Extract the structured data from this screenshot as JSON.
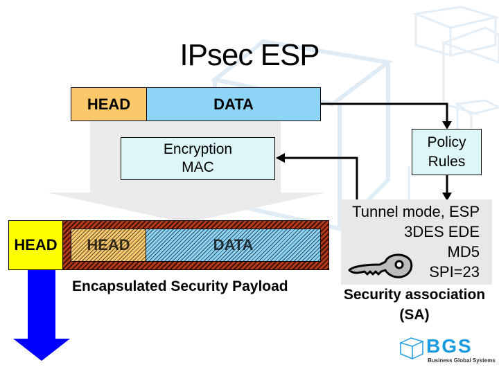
{
  "title": "IPsec ESP",
  "original_packet": {
    "head_label": "HEAD",
    "data_label": "DATA",
    "colors": {
      "head": "#FBC96B",
      "data": "#8ED4F7"
    }
  },
  "crypto_box": {
    "lines": [
      "Encryption",
      "MAC"
    ],
    "color": "#DDF6F8"
  },
  "policy_box": {
    "lines": [
      "Policy",
      "Rules"
    ],
    "color": "#DDF6F8"
  },
  "encapsulated_packet": {
    "outer_head_label": "HEAD",
    "inner_head_label": "HEAD",
    "inner_data_label": "DATA",
    "caption": "Encapsulated Security Payload",
    "colors": {
      "outer_head": "#FFFF00",
      "wrapper": "#B5391B",
      "inner_head": "#FBC96B",
      "inner_data": "#8ED4F7"
    }
  },
  "security_association": {
    "lines": [
      "Tunnel mode, ESP",
      "3DES EDE",
      "MD5",
      "SPI=23"
    ],
    "caption_line1": "Security association",
    "caption_line2": "(SA)",
    "icon": "key-icon",
    "color": "#E8E8E8"
  },
  "logo": {
    "name": "BGS",
    "tagline": "Business Global Systems",
    "color": "#1A9BE0"
  },
  "output_arrow_color": "#0000FF"
}
